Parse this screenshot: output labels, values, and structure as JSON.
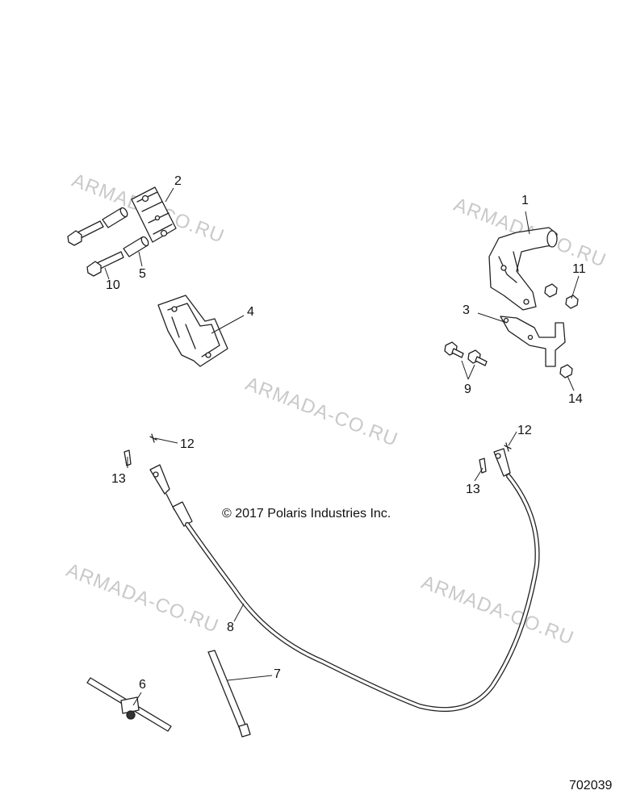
{
  "watermark": "ARMADA-CO.RU",
  "copyright": "© 2017 Polaris Industries Inc.",
  "drawing_id": "702039",
  "callouts": {
    "c1": "1",
    "c2": "2",
    "c3": "3",
    "c4": "4",
    "c5": "5",
    "c6": "6",
    "c7": "7",
    "c8": "8",
    "c9": "9",
    "c10": "10",
    "c11": "11",
    "c12a": "12",
    "c12b": "12",
    "c13a": "13",
    "c13b": "13",
    "c14": "14"
  }
}
